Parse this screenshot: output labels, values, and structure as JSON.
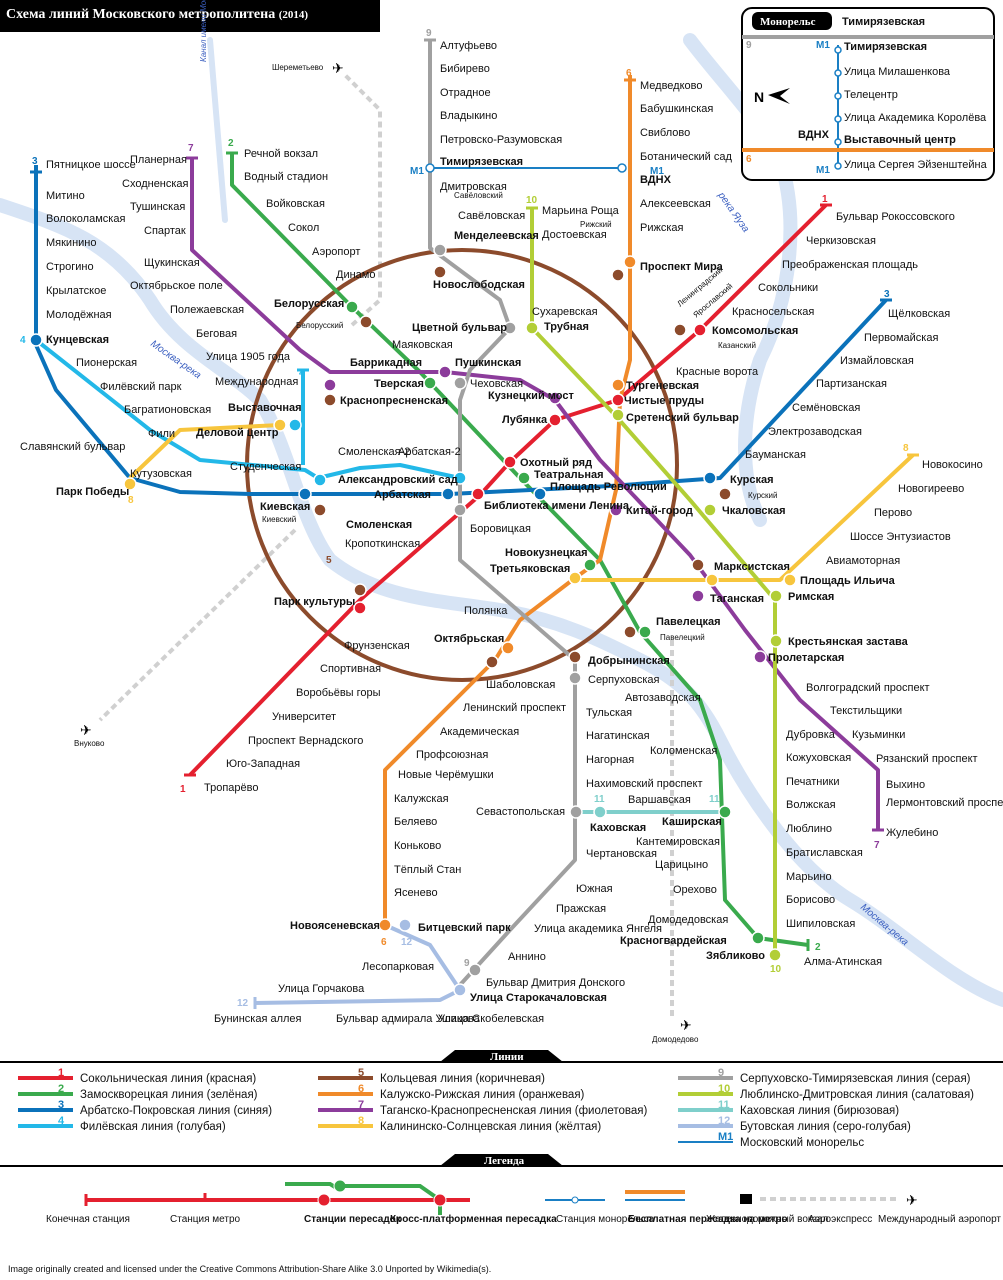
{
  "title": "Схема линий Московского метрополитена",
  "year": "(2014)",
  "monorail_box": {
    "title": "Монорельс",
    "top_station": "Тимирязевская",
    "line9_num": "9",
    "m1_label": "M1",
    "stations": [
      "Тимирязевская",
      "Улица Милашенкова",
      "Телецентр",
      "Улица Академика Королёва",
      "Выставочный центр",
      "Улица Сергея Эйзенштейна"
    ],
    "vdnh": "ВДНХ",
    "line6_num": "6",
    "n_label": "N"
  },
  "rivers": {
    "moskva1": "Москва-река",
    "moskva2": "Москва-река",
    "yauza": "река Яуза",
    "canal": "Канал имени Москвы"
  },
  "stations": {
    "l1": [
      "Бульвар Рокоссовского",
      "Черкизовская",
      "Преображенская площадь",
      "Сокольники",
      "Красносельская",
      "Комсомольская",
      "Красные ворота",
      "Чистые пруды",
      "Лубянка",
      "Охотный ряд",
      "Библиотека имени Ленина",
      "Кропоткинская",
      "Парк культуры",
      "Фрунзенская",
      "Спортивная",
      "Воробьёвы горы",
      "Университет",
      "Проспект Вернадского",
      "Юго-Западная",
      "Тропарёво"
    ],
    "l2": [
      "Речной вокзал",
      "Водный стадион",
      "Войковская",
      "Сокол",
      "Аэропорт",
      "Динамо",
      "Белорусская",
      "Маяковская",
      "Тверская",
      "Театральная",
      "Новокузнецкая",
      "Павелецкая",
      "Автозаводская",
      "Коломенская",
      "Каширская",
      "Кантемировская",
      "Царицыно",
      "Орехово",
      "Домодедовская",
      "Красногвардейская",
      "Алма-Атинская"
    ],
    "l3": [
      "Пятницкое шоссе",
      "Митино",
      "Волоколамская",
      "Мякинино",
      "Строгино",
      "Крылатское",
      "Молодёжная",
      "Кунцевская",
      "Славянский бульвар",
      "Парк Победы",
      "Киевская",
      "Смоленская",
      "Арбатская",
      "Площадь Революции",
      "Курская",
      "Бауманская",
      "Электрозаводская",
      "Семёновская",
      "Партизанская",
      "Измайловская",
      "Первомайская",
      "Щёлковская"
    ],
    "l4": [
      "Пионерская",
      "Филёвский парк",
      "Багратионовская",
      "Фили",
      "Кутузовская",
      "Студенческая",
      "Международная",
      "Выставочная",
      "Смоленская-2",
      "Арбатская-2",
      "Александровский сад"
    ],
    "l5": [
      "Новослободская",
      "Проспект Мира",
      "Краснопресненская",
      "Добрынинская",
      "Октябрьская"
    ],
    "l6": [
      "Медведково",
      "Бабушкинская",
      "Свиблово",
      "Ботанический сад",
      "ВДНХ",
      "Алексеевская",
      "Рижская",
      "Сухаревская",
      "Тургеневская",
      "Китай-город",
      "Третьяковская",
      "Шаболовская",
      "Ленинский проспект",
      "Академическая",
      "Профсоюзная",
      "Новые Черёмушки",
      "Калужская",
      "Беляево",
      "Коньково",
      "Тёплый Стан",
      "Ясенево",
      "Новоясеневская"
    ],
    "l7": [
      "Планерная",
      "Сходненская",
      "Тушинская",
      "Спартак",
      "Щукинская",
      "Октябрьское поле",
      "Полежаевская",
      "Беговая",
      "Улица 1905 года",
      "Баррикадная",
      "Пушкинская",
      "Кузнецкий мост",
      "Таганская",
      "Пролетарская",
      "Волгоградский проспект",
      "Текстильщики",
      "Кузьминки",
      "Рязанский проспект",
      "Выхино",
      "Лермонтовский проспект",
      "Жулебино"
    ],
    "l8": [
      "Новокосино",
      "Новогиреево",
      "Перово",
      "Шоссе Энтузиастов",
      "Авиамоторная",
      "Площадь Ильича",
      "Марксистская",
      "Деловой центр"
    ],
    "l9": [
      "Алтуфьево",
      "Бибирево",
      "Отрадное",
      "Владыкино",
      "Петровско-Разумовская",
      "Тимирязевская",
      "Дмитровская",
      "Савёловская",
      "Менделеевская",
      "Цветной бульвар",
      "Чеховская",
      "Боровицкая",
      "Полянка",
      "Серпуховская",
      "Тульская",
      "Нагатинская",
      "Нагорная",
      "Нахимовский проспект",
      "Севастопольская",
      "Чертановская",
      "Южная",
      "Пражская",
      "Улица академика Янгеля",
      "Аннино",
      "Бульвар Дмитрия Донского"
    ],
    "l10": [
      "Марьина Роща",
      "Достоевская",
      "Трубная",
      "Сретенский бульвар",
      "Чкаловская",
      "Римская",
      "Крестьянская застава",
      "Дубровка",
      "Кожуховская",
      "Печатники",
      "Волжская",
      "Люблино",
      "Братиславская",
      "Марьино",
      "Борисово",
      "Шипиловская",
      "Зябликово"
    ],
    "l11": [
      "Варшавская",
      "Каховская"
    ],
    "l12": [
      "Битцевский парк",
      "Лесопарковая",
      "Улица Старокачаловская",
      "Улица Скобелевская",
      "Бульвар адмирала Ушакова",
      "Улица Горчакова",
      "Бунинская аллея"
    ],
    "m1_main": "Тимирязевская"
  },
  "rail": {
    "belorussky": "Белорусский",
    "savelovsky": "Савёловский",
    "rizhsky": "Рижский",
    "leningradsky": "Ленинградский",
    "yaroslavsky": "Ярославский",
    "kazansky": "Казанский",
    "kursky": "Курский",
    "kievsky": "Киевский",
    "paveletsky": "Павелецкий"
  },
  "airports": {
    "sheremetyevo": "Шереметьево",
    "vnukovo": "Внуково",
    "domodedovo": "Домодедово"
  },
  "legend_lines": {
    "header": "Линии",
    "items": [
      {
        "num": "1",
        "label": "Сокольническая линия (красная)",
        "color": "#e4202f"
      },
      {
        "num": "2",
        "label": "Замоскворецкая линия (зелёная)",
        "color": "#3aaa4d"
      },
      {
        "num": "3",
        "label": "Арбатско-Покровская линия (синяя)",
        "color": "#0b72ba"
      },
      {
        "num": "4",
        "label": "Филёвская линия (голубая)",
        "color": "#23b8e8"
      },
      {
        "num": "5",
        "label": "Кольцевая линия (коричневая)",
        "color": "#8c4b2c"
      },
      {
        "num": "6",
        "label": "Калужско-Рижская линия (оранжевая)",
        "color": "#f08a2a"
      },
      {
        "num": "7",
        "label": "Таганско-Краснопресненская линия (фиолетовая)",
        "color": "#8c3c9b"
      },
      {
        "num": "8",
        "label": "Калининско-Солнцевская линия (жёлтая)",
        "color": "#f7c53d"
      },
      {
        "num": "9",
        "label": "Серпуховско-Тимирязевская линия (серая)",
        "color": "#a0a0a0"
      },
      {
        "num": "10",
        "label": "Люблинско-Дмитровская линия (салатовая)",
        "color": "#b2ce36"
      },
      {
        "num": "11",
        "label": "Каховская линия (бирюзовая)",
        "color": "#7fcfcb"
      },
      {
        "num": "12",
        "label": "Бутовская линия (серо-голубая)",
        "color": "#a6bde3"
      },
      {
        "num": "M1",
        "label": "Московский монорельс",
        "color": "#1a7fc4"
      }
    ]
  },
  "legend": {
    "header": "Легенда",
    "terminal": "Конечная станция",
    "station": "Станция метро",
    "transfer": "Станции пересадок",
    "cross_platform": "Кросс-платформенная пересадка",
    "monorail_station": "Станция монорельса",
    "free_transfer": "Бесплатная пересадка на метро",
    "rail_station": "Железнодорожный вокзал",
    "aeroexpress": "Аэроэкспресс",
    "airport": "Международный аэропорт"
  },
  "credit": "Image originally created and licensed under the Creative Commons Attribution-Share Alike 3.0 Unported by Wikimedia(s)."
}
